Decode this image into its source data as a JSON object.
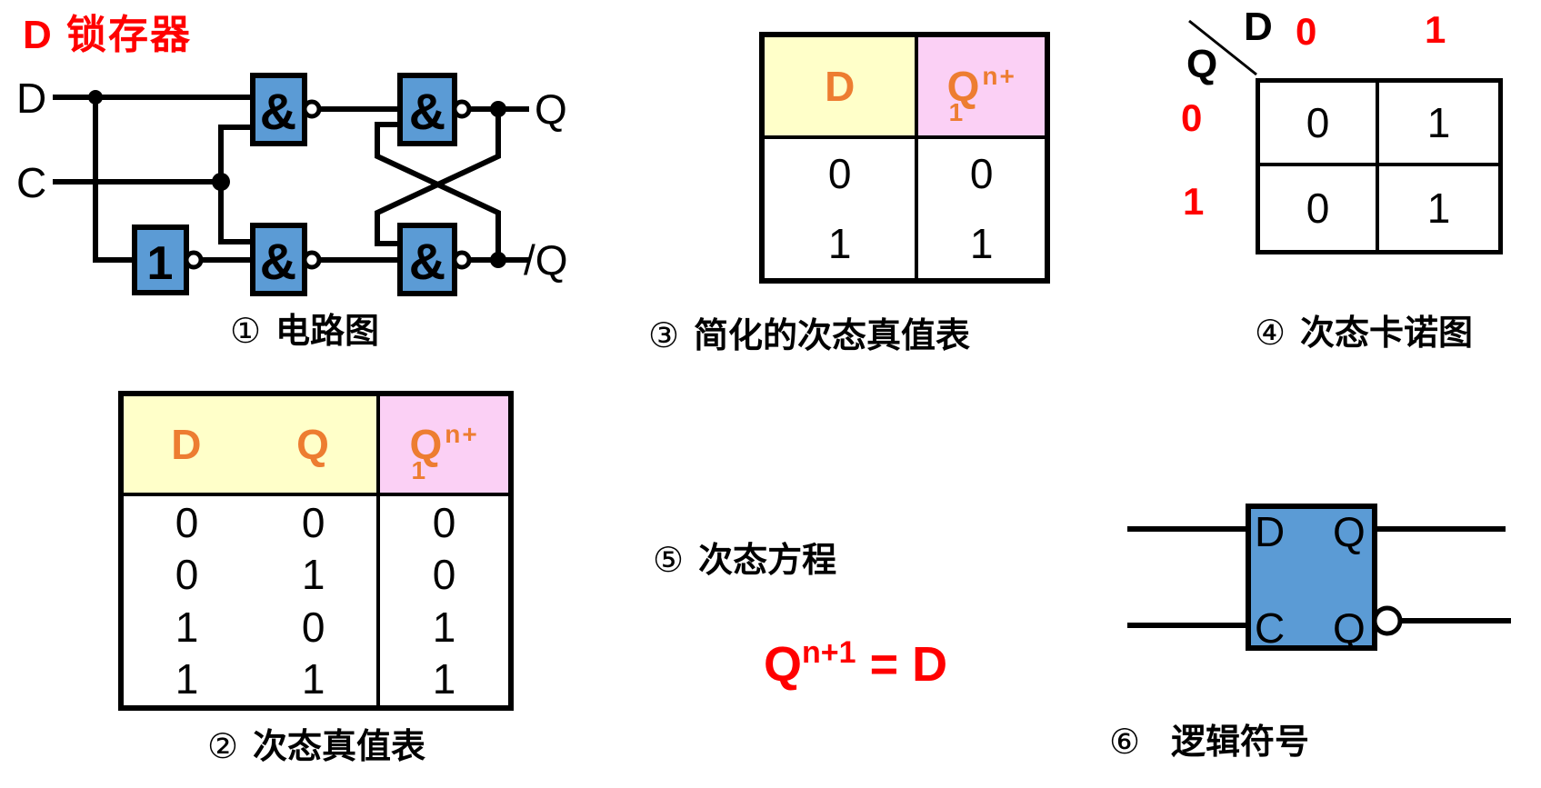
{
  "title": "D 锁存器",
  "colors": {
    "red": "#FF0000",
    "gate_blue": "#5B9BD5",
    "header_yellow": "#FFFFC9",
    "header_pink": "#FBD0F5",
    "header_orange": "#ED7D31"
  },
  "circuit": {
    "caption_num": "①",
    "caption": "电路图",
    "input_d": "D",
    "input_c": "C",
    "output_q": "Q",
    "output_qbar": "/Q",
    "inverter_label": "1",
    "nand_label": "&"
  },
  "truth_table": {
    "caption_num": "②",
    "caption": "次态真值表",
    "col_d": "D",
    "col_q": "Q",
    "col_next_base": "Q",
    "col_next_sup": "n+",
    "col_next_wrap": "1",
    "rows": [
      [
        "0",
        "0",
        "0"
      ],
      [
        "0",
        "1",
        "0"
      ],
      [
        "1",
        "0",
        "1"
      ],
      [
        "1",
        "1",
        "1"
      ]
    ]
  },
  "simplified_table": {
    "caption_num": "③",
    "caption": "简化的次态真值表",
    "col_d": "D",
    "col_next_base": "Q",
    "col_next_sup": "n+",
    "col_next_wrap": "1",
    "rows": [
      [
        "0",
        "0"
      ],
      [
        "1",
        "1"
      ]
    ]
  },
  "kmap": {
    "caption_num": "④",
    "caption": "次态卡诺图",
    "var_col": "D",
    "var_row": "Q",
    "col_labels": [
      "0",
      "1"
    ],
    "row_labels": [
      "0",
      "1"
    ],
    "cells": [
      [
        "0",
        "1"
      ],
      [
        "0",
        "1"
      ]
    ]
  },
  "equation": {
    "caption_num": "⑤",
    "caption": "次态方程",
    "lhs_base": "Q",
    "lhs_sup": "n+1",
    "rhs": " = D"
  },
  "symbol": {
    "caption_num": "⑥",
    "caption": "逻辑符号",
    "pin_d": "D",
    "pin_q": "Q",
    "pin_c": "C",
    "pin_qbar": "Q"
  }
}
